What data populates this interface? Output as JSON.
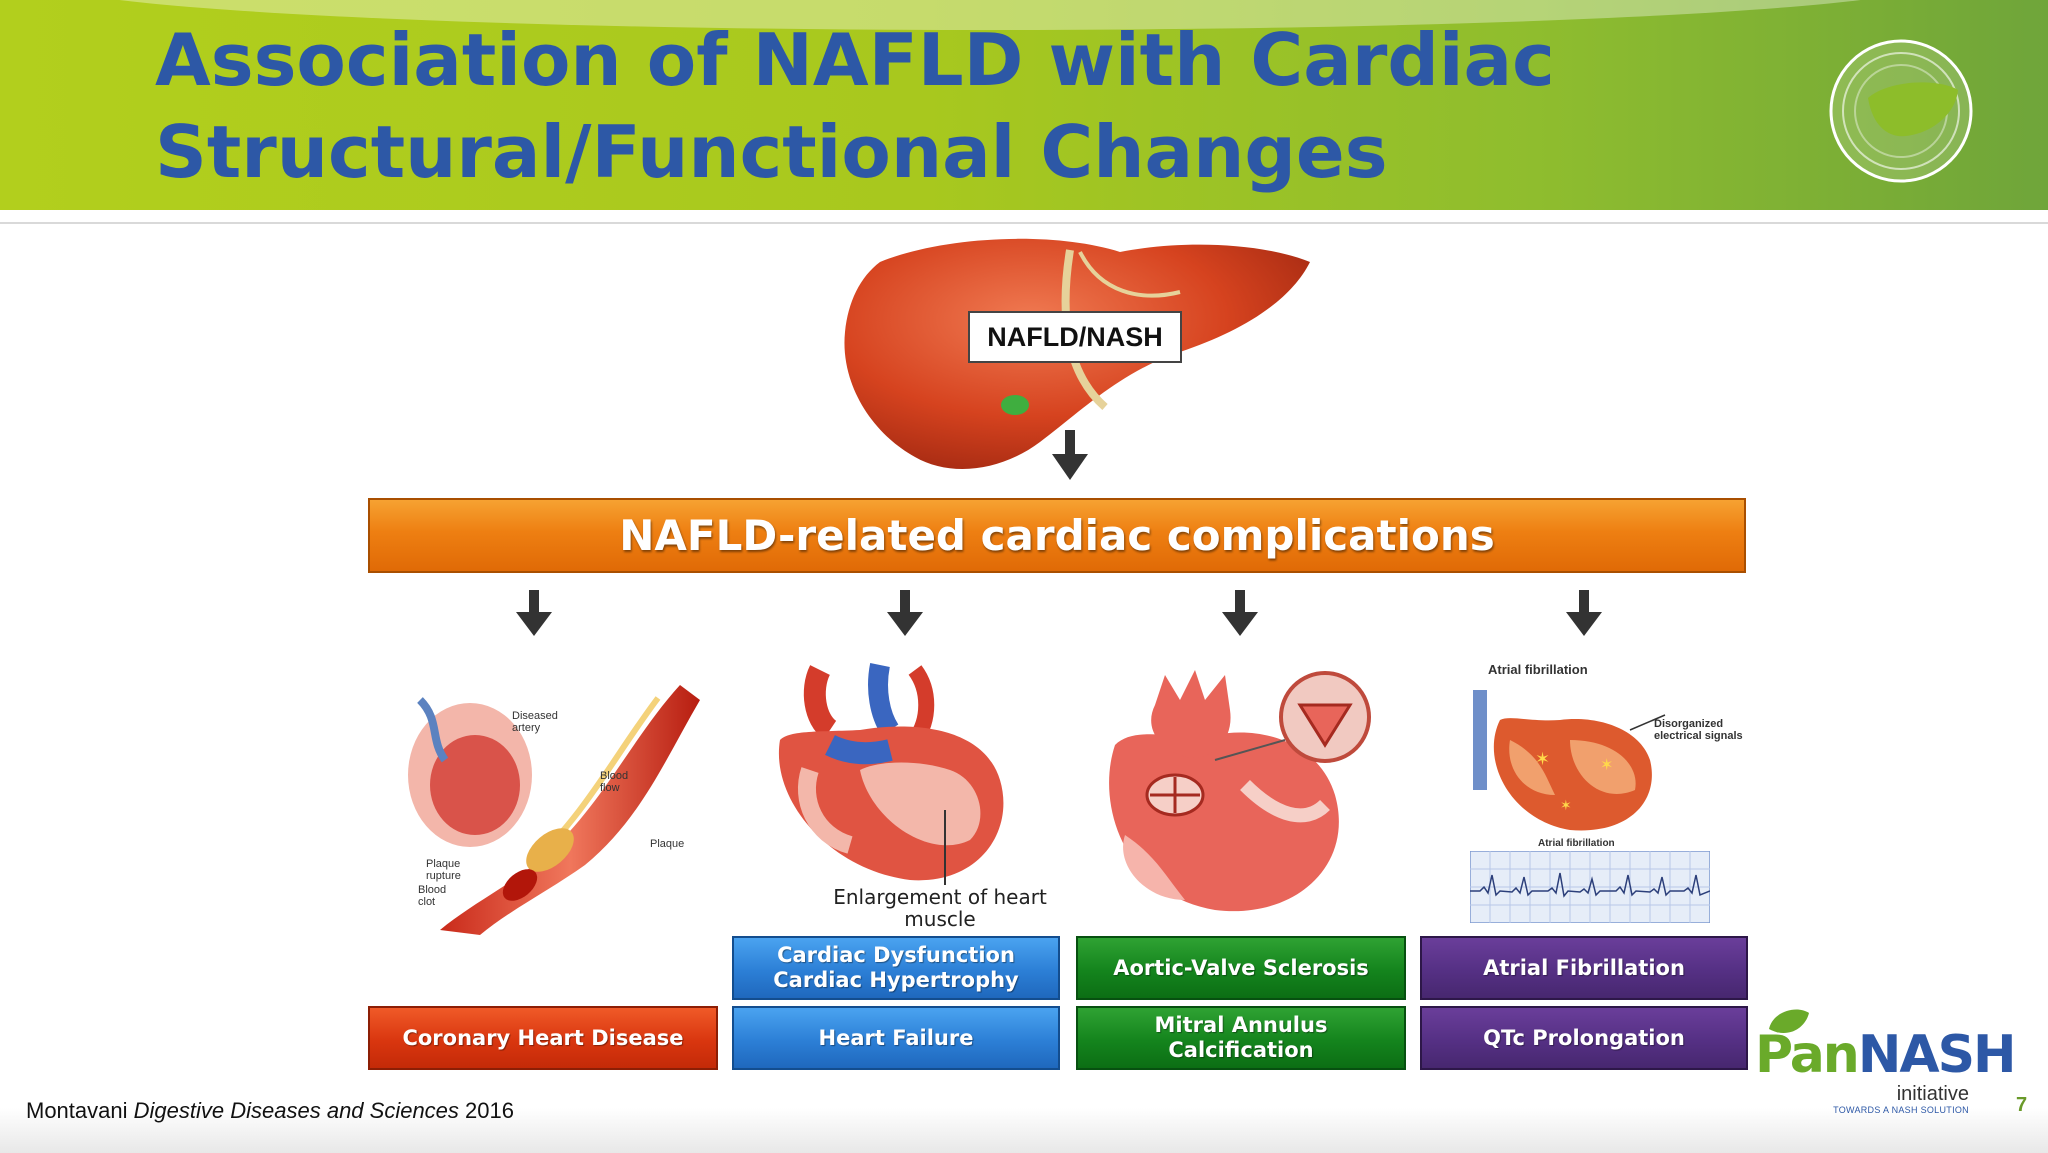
{
  "header": {
    "title_line1": "Association of NAFLD with Cardiac",
    "title_line2": "Structural/Functional Changes",
    "logo_icon": "liver-globe-icon"
  },
  "liver": {
    "label": "NAFLD/NASH",
    "icon": "liver-illustration"
  },
  "banner": {
    "text": "NAFLD-related cardiac complications"
  },
  "illustrations": {
    "coronary": {
      "labels": [
        "Diseased artery",
        "Blood flow",
        "Plaque",
        "Plaque rupture",
        "Blood clot"
      ]
    },
    "heart_failure": {
      "caption": "Enlargement of heart muscle"
    },
    "atrial": {
      "top_label": "Atrial fibrillation",
      "side_label": "Disorganized electrical signals",
      "ecg_label": "Atrial fibrillation"
    }
  },
  "complications": {
    "coronary": [
      "Coronary Heart Disease"
    ],
    "heart_failure": [
      "Cardiac Dysfunction\nCardiac Hypertrophy",
      "Heart Failure"
    ],
    "valve": [
      "Aortic-Valve Sclerosis",
      "Mitral Annulus\nCalcification"
    ],
    "rhythm": [
      "Atrial Fibrillation",
      "QTc Prolongation"
    ]
  },
  "citation": {
    "author": "Montavani",
    "journal": "Digestive Diseases and Sciences",
    "year": "2016"
  },
  "brand": {
    "pan": "Pan",
    "nash": "NASH",
    "initiative": "initiative",
    "tagline": "TOWARDS A NASH SOLUTION"
  },
  "page_number": "7",
  "colors": {
    "title_blue": "#2d58a6",
    "header_green": "#a8c81e",
    "banner_orange": "#ee7f12",
    "box_red": "#d9360f",
    "box_blue": "#2c7fd6",
    "box_green": "#14841d",
    "box_purple": "#553084"
  }
}
